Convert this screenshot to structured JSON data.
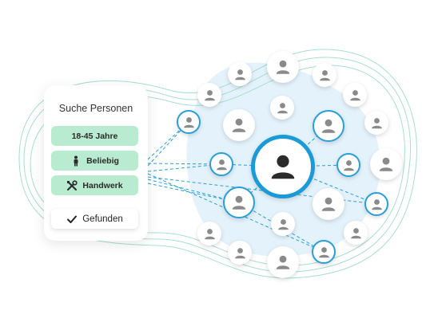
{
  "search": {
    "title": "Suche Personen",
    "filters": [
      {
        "label": "18-45 Jahre",
        "icon": "none"
      },
      {
        "label": "Beliebig",
        "icon": "person-icon"
      },
      {
        "label": "Handwerk",
        "icon": "tools-icon"
      }
    ],
    "result": {
      "label": "Gefunden",
      "icon": "check-icon"
    }
  },
  "colors": {
    "accent": "#1a9ad7",
    "pill_green": "#b8ebcf",
    "blob": "#e4f2fb",
    "line_green": "#9fdcc4",
    "person_gray": "#8a8a8a",
    "person_dark": "#2b2b2b"
  }
}
